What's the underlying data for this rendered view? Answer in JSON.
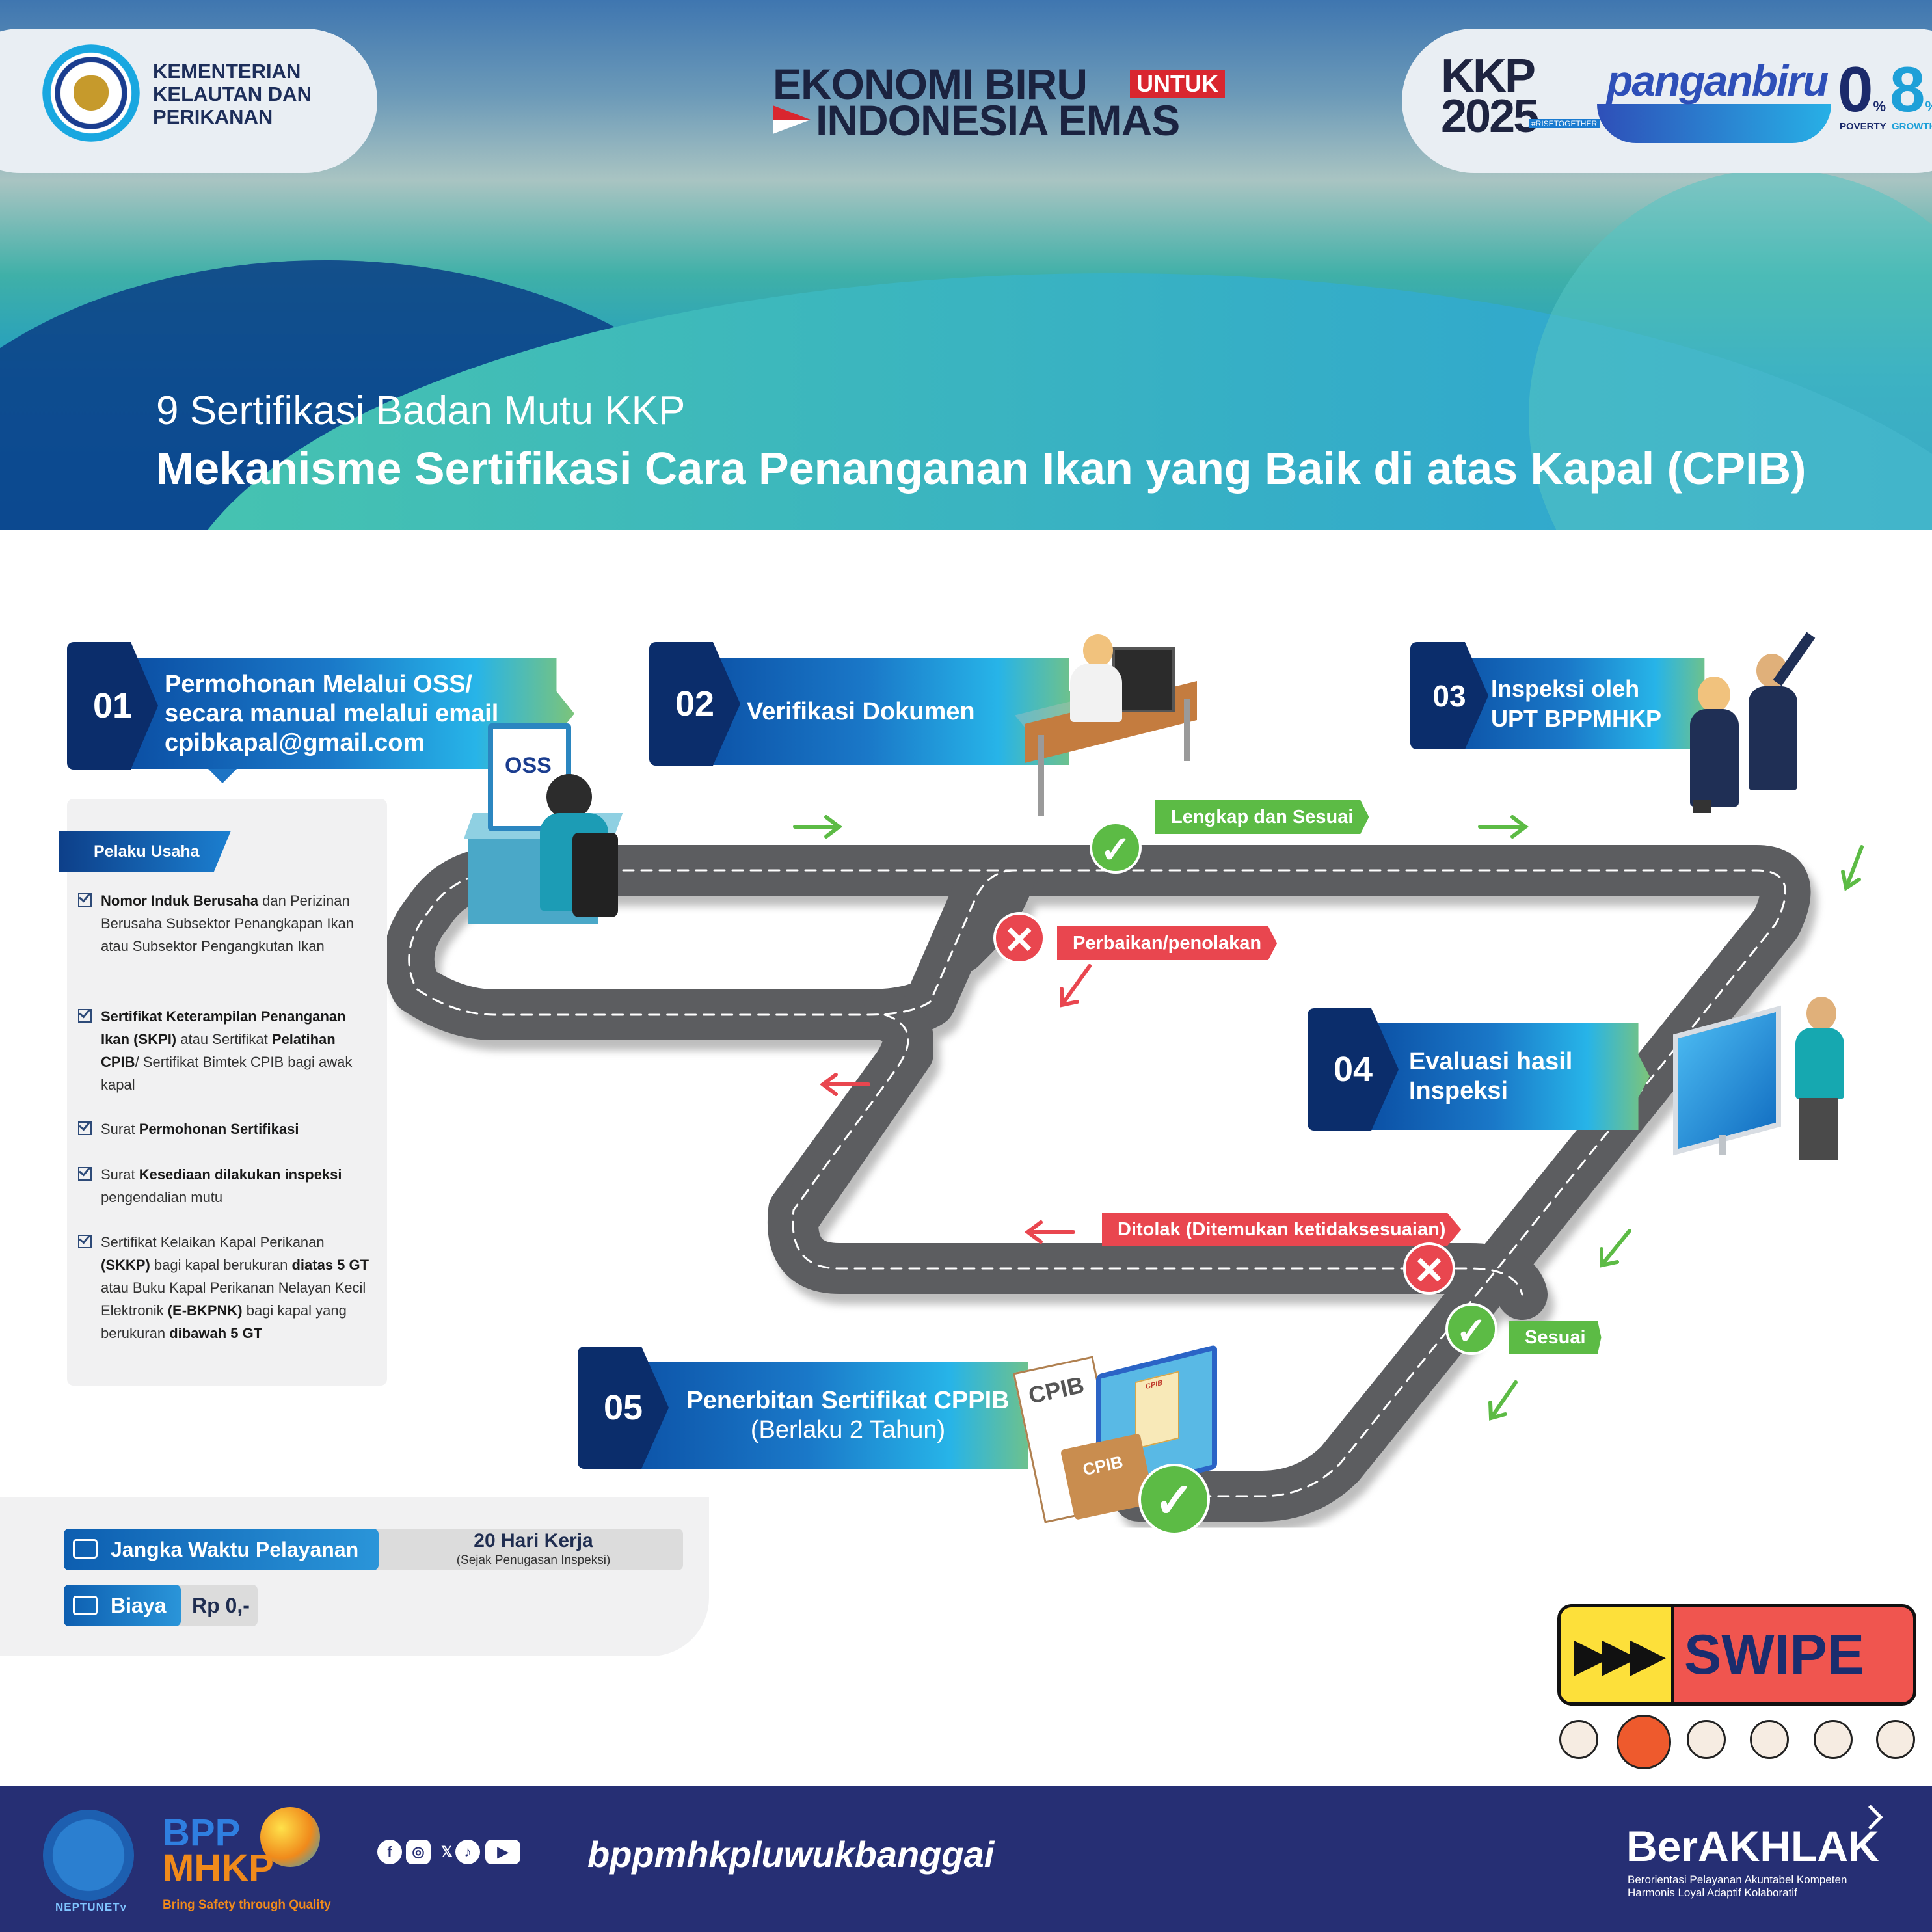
{
  "header": {
    "ministry": [
      "KEMENTERIAN",
      "KELAUTAN DAN",
      "PERIKANAN"
    ],
    "slogan_line1": "EKONOMI BIRU",
    "slogan_untuk": "UNTUK",
    "slogan_line2": "INDONESIA EMAS",
    "kkp_year": [
      "KKP",
      "2025"
    ],
    "kkp_hashtag": "#RISETOGETHER",
    "panganbiru": "panganbiru",
    "poverty_num": "0",
    "poverty_unit": "%",
    "poverty_label": "POVERTY",
    "growth_num": "8",
    "growth_unit": "%",
    "growth_label": "GROWTH",
    "subtitle": "9 Sertifikasi Badan Mutu KKP",
    "title": "Mekanisme Sertifikasi Cara Penanganan Ikan yang Baik di atas Kapal (CPIB)"
  },
  "steps": [
    {
      "number": "01",
      "lines": [
        "Permohonan Melalui OSS/",
        "secara manual melalui email",
        "cpibkapal@gmail.com"
      ]
    },
    {
      "number": "02",
      "lines": [
        "Verifikasi Dokumen"
      ]
    },
    {
      "number": "03",
      "lines": [
        "Inspeksi oleh",
        "UPT BPPMHKP"
      ]
    },
    {
      "number": "04",
      "lines": [
        "Evaluasi hasil",
        "Inspeksi"
      ]
    },
    {
      "number": "05",
      "lines": [
        "Penerbitan Sertifikat CPPIB",
        "(Berlaku 2 Tahun)"
      ]
    }
  ],
  "requirements": {
    "tag": "Pelaku Usaha",
    "items": [
      {
        "b1": "Nomor Induk Berusaha",
        "t1": " dan Perizinan Berusaha Subsektor Penangkapan Ikan atau Subsektor Pengangkutan Ikan",
        "b2": "",
        "t2": "",
        "b3": "",
        "t3": "",
        "b4": "",
        "t4": "",
        "b5": "",
        "t5": "",
        "b6": "",
        "t6": "",
        "b7": ""
      },
      {
        "b1": "Sertifikat Keterampilan Penanganan Ikan (SKPI)",
        "t1": " atau Sertifikat ",
        "b2": "Pelatihan CPIB",
        "t2": "/ Sertifikat Bimtek CPIB bagi awak kapal",
        "b3": "",
        "t3": "",
        "b4": "",
        "t4": "",
        "b5": "",
        "t5": "",
        "b6": "",
        "t6": "",
        "b7": ""
      },
      {
        "b1": "",
        "t1": "Surat ",
        "b2": "Permohonan Sertifikasi",
        "t2": "",
        "b3": "",
        "t3": "",
        "b4": "",
        "t4": "",
        "b5": "",
        "t5": "",
        "b6": "",
        "t6": "",
        "b7": ""
      },
      {
        "b1": "",
        "t1": "Surat ",
        "b2": "Kesediaan dilakukan inspeksi",
        "t2": " pengendalian mutu",
        "b3": "",
        "t3": "",
        "b4": "",
        "t4": "",
        "b5": "",
        "t5": "",
        "b6": "",
        "t6": "",
        "b7": ""
      },
      {
        "b1": "",
        "t1": "Sertifikat Kelaikan Kapal Perikanan ",
        "b2": "(SKKP)",
        "t2": " bagi kapal berukuran ",
        "b3": "diatas 5 GT",
        "t3": " atau Buku Kapal Perikanan Nelayan Kecil Elektronik ",
        "b4": "(E-BKPNK)",
        "t4": " bagi kapal yang berukuran ",
        "b5": "dibawah 5 GT",
        "t5": "",
        "b6": "",
        "t6": "",
        "b7": ""
      }
    ]
  },
  "road_labels": {
    "lengkap": "Lengkap dan Sesuai",
    "perbaikan": "Perbaikan/penolakan",
    "ditolak": "Ditolak (Ditemukan ketidaksesuaian)",
    "sesuai": "Sesuai",
    "check": "✓",
    "cross": "✕"
  },
  "illustration_labels": {
    "oss": "OSS",
    "cpib_paper": "CPIB",
    "cpib_folder": "CPIB",
    "cpib_screen": "CPIB"
  },
  "service": {
    "time_label": "Jangka Waktu Pelayanan",
    "time_value": "20 Hari Kerja",
    "time_note": "(Sejak Penugasan Inspeksi)",
    "cost_label": "Biaya",
    "cost_value": "Rp 0,-"
  },
  "swipe": {
    "label": "SWIPE",
    "arrows": "▶▶▶",
    "pages": 6,
    "active_page": 2
  },
  "footer": {
    "neptune": "NEPTUNETv",
    "bpp": "BPP",
    "mhkp": "MHKP",
    "tagline": "Bring Safety through Quality",
    "handle": "bppmhkpluwukbanggai",
    "social_icons": [
      "facebook-icon",
      "instagram-icon",
      "x-icon",
      "tiktok-icon",
      "youtube-icon"
    ],
    "social_glyphs": [
      "f",
      "◎",
      "𝕏",
      "♪",
      "▶"
    ],
    "berakhlak": "BerAKHLAK",
    "berakhlak_sub": [
      "Berorientasi Pelayanan Akuntabel Kompeten",
      "Harmonis Loyal Adaptif Kolaboratif"
    ]
  },
  "colors": {
    "navy": "#0b2d6b",
    "accent_green": "#5cbb45",
    "accent_red": "#e9464f",
    "road": "#5c5d61",
    "footer": "#262f74"
  }
}
